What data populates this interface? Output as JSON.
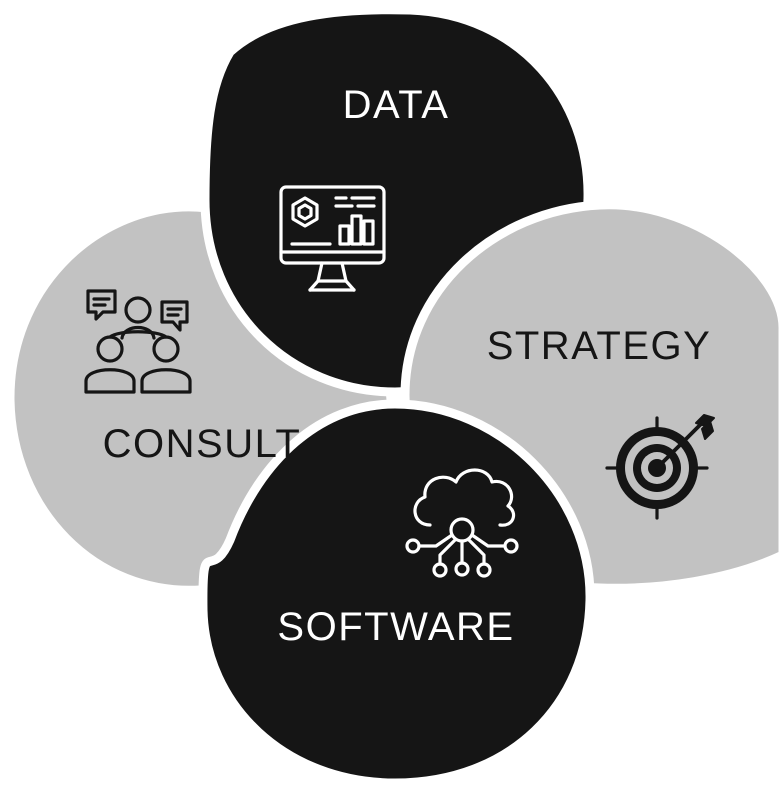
{
  "colors": {
    "dark": "#151515",
    "light": "#c2c2c2",
    "background": "#ffffff",
    "label_on_dark": "#ffffff",
    "label_on_light": "#151515"
  },
  "petals": [
    {
      "key": "data",
      "label": "DATA",
      "tone": "dark",
      "icon": "monitor-dashboard-icon"
    },
    {
      "key": "strategy",
      "label": "STRATEGY",
      "tone": "light",
      "icon": "target-arrow-icon"
    },
    {
      "key": "software",
      "label": "SOFTWARE",
      "tone": "dark",
      "icon": "cloud-network-icon"
    },
    {
      "key": "consult",
      "label": "CONSULT",
      "tone": "light",
      "icon": "people-discussion-icon"
    }
  ]
}
